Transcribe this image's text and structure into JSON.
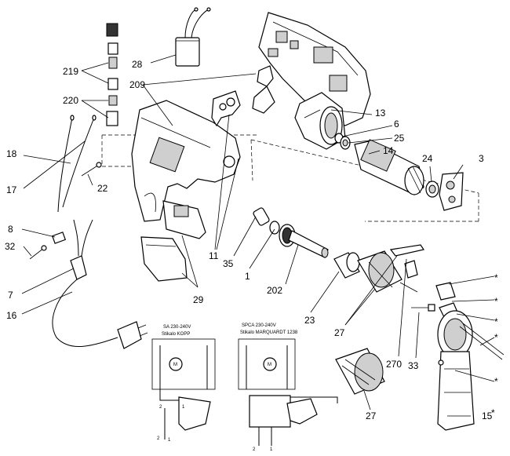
{
  "callouts": {
    "c3": "3",
    "c6": "6",
    "c13": "13",
    "c14": "14",
    "c24": "24",
    "c25": "25",
    "c28": "28",
    "c209": "209",
    "c219": "219",
    "c220": "220",
    "c18": "18",
    "c17": "17",
    "c22": "22",
    "c8": "8",
    "c32": "32",
    "c7": "7",
    "c16": "16",
    "c11": "11",
    "c35": "35",
    "c1": "1",
    "c202": "202",
    "c29": "29",
    "c23": "23",
    "c27a": "27",
    "c27b": "27",
    "c33": "33",
    "c270": "270",
    "c15": "15"
  },
  "schematic_left": {
    "title": "SA 230-240V",
    "subtitle": "Stikalo KOPP",
    "motor_symbol": "M",
    "pins": [
      "2",
      "1",
      "2",
      "1"
    ]
  },
  "schematic_right": {
    "title": "SPCA 230-240V",
    "subtitle": "Stikalo MARQUARDT 1238",
    "motor_symbol": "M",
    "pins": [
      "2",
      "1"
    ]
  },
  "asterisk_symbol": "*"
}
